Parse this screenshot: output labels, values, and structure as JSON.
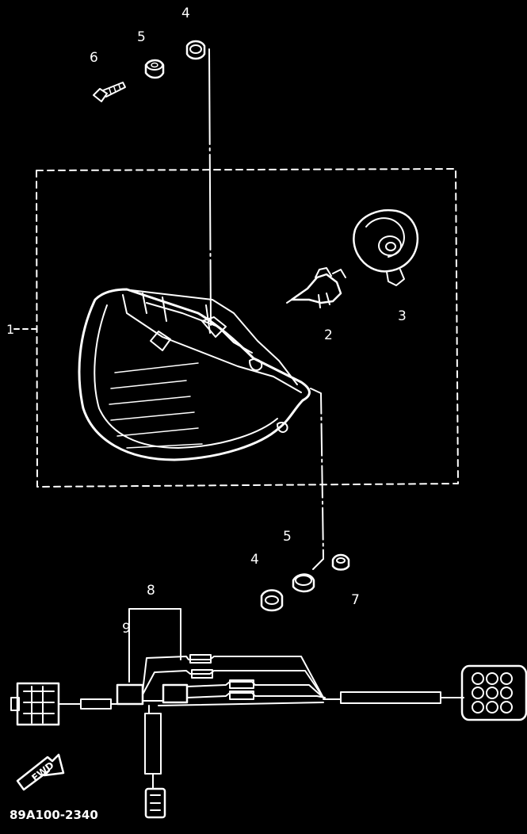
{
  "diagram": {
    "callouts": [
      {
        "id": "c1",
        "label": "1"
      },
      {
        "id": "c2",
        "label": "2"
      },
      {
        "id": "c3",
        "label": "3"
      },
      {
        "id": "c4a",
        "label": "4"
      },
      {
        "id": "c4b",
        "label": "4"
      },
      {
        "id": "c5a",
        "label": "5"
      },
      {
        "id": "c5b",
        "label": "5"
      },
      {
        "id": "c6",
        "label": "6"
      },
      {
        "id": "c7",
        "label": "7"
      },
      {
        "id": "c8",
        "label": "8"
      },
      {
        "id": "c9",
        "label": "9"
      }
    ],
    "front_arrow_label": "FWD",
    "figure_code": "89A100-2340"
  },
  "colors": {
    "background": "#000000",
    "linework": "#ffffff"
  }
}
